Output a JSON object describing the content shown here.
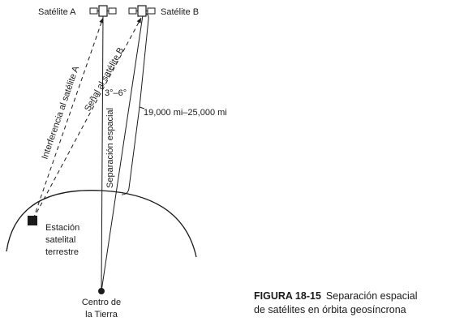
{
  "labels": {
    "satellite_a": "Satélite A",
    "satellite_b": "Satélite B",
    "interference": "Interferencia al satélite A",
    "signal": "Señal al satélite B",
    "angle": "3°–6°",
    "distance": "19,000 mi–25,000 mi",
    "spatial_separation": "Separación espacial",
    "station_line1": "Estación",
    "station_line2": "satelital",
    "station_line3": "terrestre",
    "center_line1": "Centro de",
    "center_line2": "la Tierra"
  },
  "caption": {
    "number": "FIGURA 18-15",
    "text_line1": "Separación espacial",
    "text_line2": "de satélites en órbita geosíncrona"
  }
}
